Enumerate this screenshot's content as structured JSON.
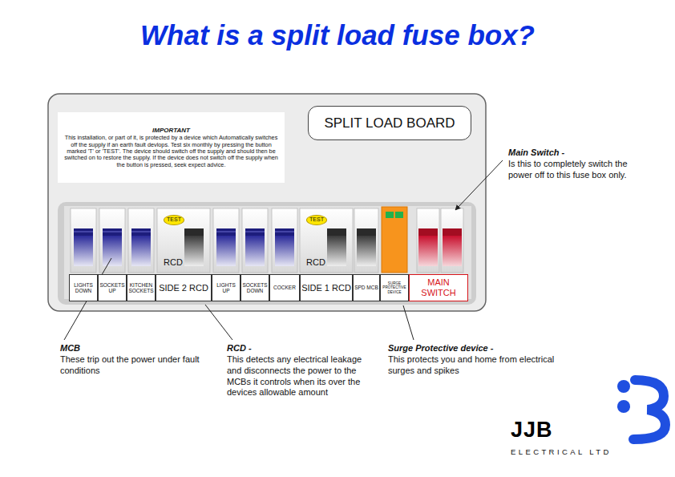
{
  "diagram": {
    "title": "What is a split load fuse box?",
    "nodes": [
      {
        "text": [
          "IMPORTANT",
          "This installation, or part of it, is protected by a device which Automatically switches off the supply if an earth fault devlops. Test six monthly by pressing the button marked 'T' or 'TEST'. The device should switch off the supply and should then be switched on to restore the supply. If the device does not switch off the supply when the button is pressed, seek expect advice."
        ]
      },
      {
        "text": [
          "SPLIT LOAD BOARD"
        ]
      },
      {
        "text": [
          "TEST"
        ]
      },
      {
        "text": [
          "TEST"
        ]
      },
      {
        "text": [
          "LIGHTS DOWN"
        ]
      },
      {
        "text": [
          "SOCKETS UP"
        ]
      },
      {
        "text": [
          "KITCHEN SOCKETS"
        ]
      },
      {
        "text": [
          "SIDE 2 RCD"
        ]
      },
      {
        "text": [
          "LIGHTS UP"
        ]
      },
      {
        "text": [
          "SOCKETS DOWN"
        ]
      },
      {
        "text": [
          "COCKER"
        ]
      },
      {
        "text": [
          "SIDE 1 RCD"
        ]
      },
      {
        "text": [
          "SPD MCB"
        ]
      },
      {
        "text": [
          "SURGE PROTECTIVE DEVICE"
        ]
      },
      {
        "text": [
          "MAIN SWITCH"
        ]
      }
    ],
    "labels": [
      "RCD",
      "RCD",
      "Main Switch -",
      "Is this to completely switch the power off to this fuse box only.",
      "MCB",
      "These trip out the power under fault conditions",
      "RCD -",
      "This detects any electrical leakage and disconnects the power to the MCBs it controls when its over the devices allowable amount",
      "Surge Protective device -",
      "This protects you and home from electrical surges and spikes",
      "JJB",
      "ELECTRICAL LTD"
    ]
  }
}
